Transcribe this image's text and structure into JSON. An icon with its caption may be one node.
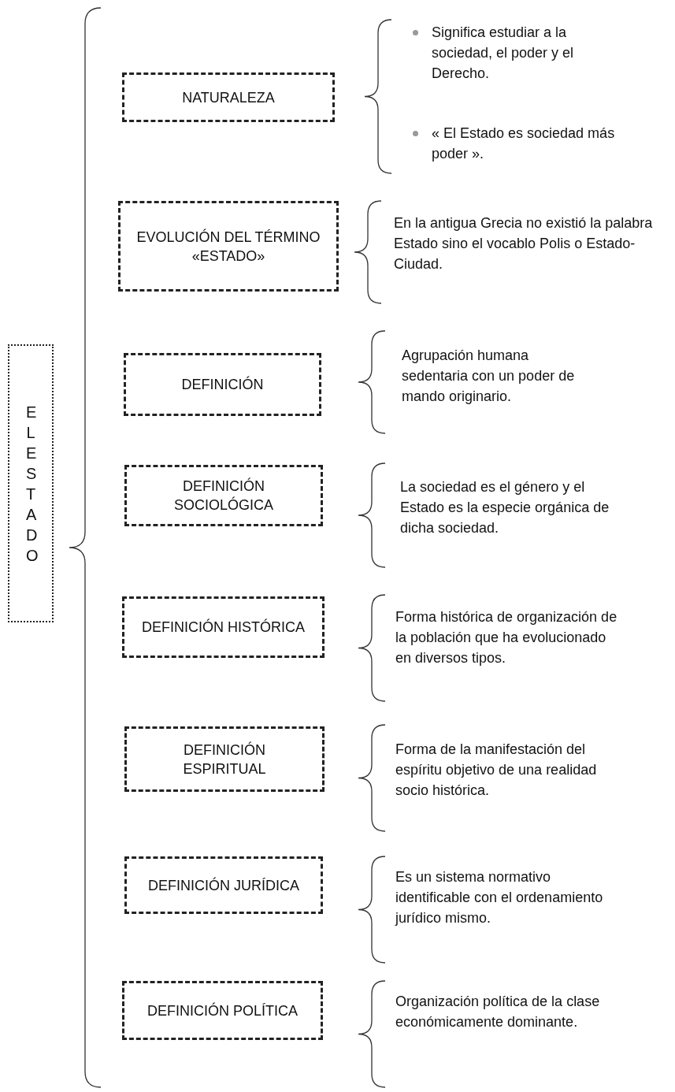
{
  "diagram": {
    "nodes": [
      {
        "text": [
          "EL ESTADO"
        ]
      },
      {
        "text": [
          "NATURALEZA"
        ]
      },
      {
        "text": [
          "EVOLUCIÓN DEL TÉRMINO «ESTADO»"
        ]
      },
      {
        "text": [
          "DEFINICIÓN"
        ]
      },
      {
        "text": [
          "DEFINICIÓN SOCIOLÓGICA"
        ]
      },
      {
        "text": [
          "DEFINICIÓN HISTÓRICA"
        ]
      },
      {
        "text": [
          "DEFINICIÓN ESPIRITUAL"
        ]
      },
      {
        "text": [
          "DEFINICIÓN JURÍDICA"
        ]
      },
      {
        "text": [
          "DEFINICIÓN POLÍTICA"
        ]
      }
    ],
    "labels": [
      "Significa estudiar a la sociedad, el poder y el Derecho.",
      "« El Estado es sociedad más poder ».",
      "En la antigua Grecia no existió la palabra Estado sino el vocablo Polis o Estado-Ciudad.",
      "Agrupación humana sedentaria con un poder de mando originario.",
      "La sociedad es el género y el Estado es la especie orgánica de dicha sociedad.",
      "Forma histórica de organización de la población que ha evolucionado en diversos tipos.",
      "Forma de la manifestación del espíritu objetivo de una realidad socio histórica.",
      "Es un sistema normativo identificable con el ordenamiento jurídico mismo.",
      "Organización política de la clase económicamente dominante."
    ]
  }
}
